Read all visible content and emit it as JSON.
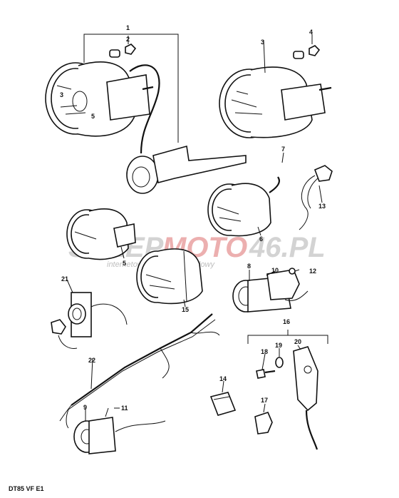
{
  "diagram": {
    "caption": "DT85 VF E1",
    "callouts": [
      "1",
      "2",
      "3",
      "4",
      "5",
      "6",
      "7",
      "8",
      "9",
      "10",
      "11",
      "12",
      "13",
      "14",
      "15",
      "16",
      "17",
      "18",
      "19",
      "20",
      "21",
      "22"
    ]
  },
  "watermark": {
    "main_left": "SKLEP",
    "main_mid": "MOTO",
    "main_right": "46.PL",
    "sub": "internetowy sklep motocyklowy",
    "colors": {
      "grey": "#c8c8c8",
      "red": "#e8a0a0"
    }
  }
}
